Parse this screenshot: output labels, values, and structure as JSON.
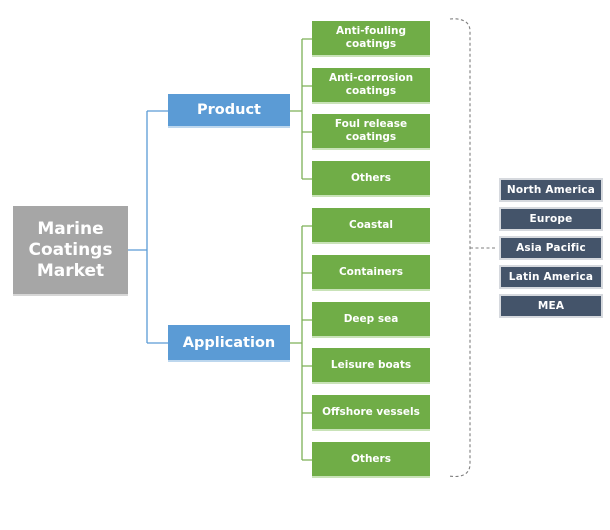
{
  "root": {
    "label": "Marine Coatings Market"
  },
  "segments": [
    {
      "label": "Product",
      "items": [
        "Anti-fouling coatings",
        "Anti-corrosion coatings",
        "Foul release coatings",
        "Others"
      ]
    },
    {
      "label": "Application",
      "items": [
        "Coastal",
        "Containers",
        "Deep sea",
        "Leisure boats",
        "Offshore vessels",
        "Others"
      ]
    }
  ],
  "regions": [
    "North America",
    "Europe",
    "Asia Pacific",
    "Latin America",
    "MEA"
  ],
  "colors": {
    "root_gray": "#a6a6a6",
    "category_blue": "#5b9bd5",
    "segment_green": "#70ad47",
    "region_dark_slate": "#44546a",
    "connector_blue": "#5b9bd5",
    "connector_green": "#7db058",
    "dashed_bracket_gray": "#7f7f7f",
    "text_white": "#ffffff"
  }
}
